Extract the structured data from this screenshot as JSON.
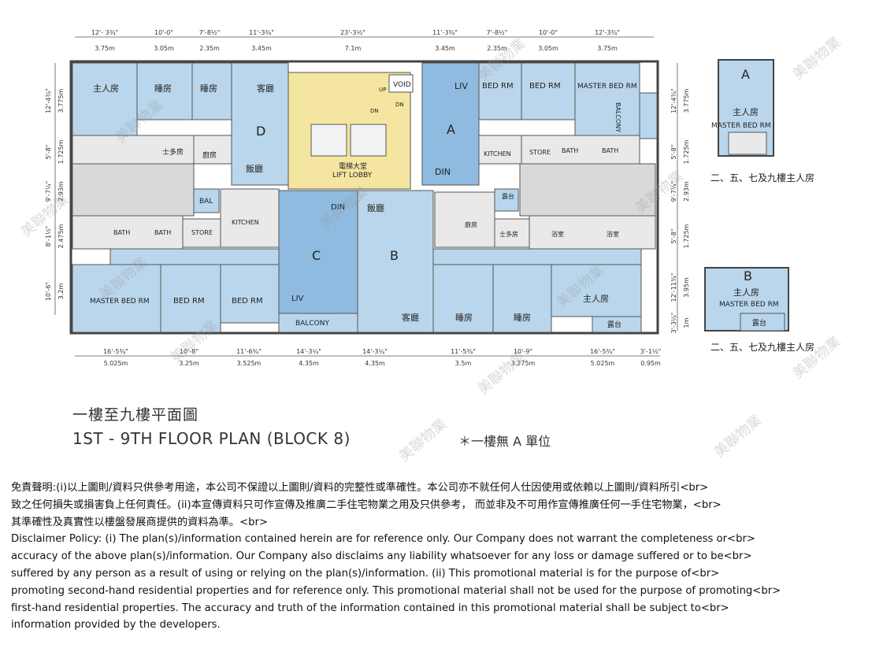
{
  "plan": {
    "top_dims": [
      {
        "ft": "12'- 3¾\"",
        "m": "3.75m"
      },
      {
        "ft": "10'-0\"",
        "m": "3.05m"
      },
      {
        "ft": "7'-8½\"",
        "m": "2.35m"
      },
      {
        "ft": "11'-3¾\"",
        "m": "3.45m"
      },
      {
        "ft": "23'-3½\"",
        "m": "7.1m"
      },
      {
        "ft": "11'-3¾\"",
        "m": "3.45m"
      },
      {
        "ft": "7'-8½\"",
        "m": "2.35m"
      },
      {
        "ft": "10'-0\"",
        "m": "3.05m"
      },
      {
        "ft": "12'-3¾\"",
        "m": "3.75m"
      }
    ],
    "bottom_dims": [
      {
        "ft": "16'-5¾\"",
        "m": "5.025m"
      },
      {
        "ft": "10'-8\"",
        "m": "3.25m"
      },
      {
        "ft": "11'-6¾\"",
        "m": "3.525m"
      },
      {
        "ft": "14'-3¼\"",
        "m": "4.35m"
      },
      {
        "ft": "14'-3¼\"",
        "m": "4.35m"
      },
      {
        "ft": "11'-5¾\"",
        "m": "3.5m"
      },
      {
        "ft": "10'-9\"",
        "m": "3.275m"
      },
      {
        "ft": "16'-5¾\"",
        "m": "5.025m"
      },
      {
        "ft": "3'-1½\"",
        "m": "0.95m"
      }
    ],
    "left_dims": [
      {
        "ft": "12'-4¾\"",
        "m": "3.775m"
      },
      {
        "ft": "5'-8\"",
        "m": "1.725m"
      },
      {
        "ft": "9'-7¼\"",
        "m": "2.93m"
      },
      {
        "ft": "8'-1½\"",
        "m": "2.475m"
      },
      {
        "ft": "10'-6\"",
        "m": "3.2m"
      }
    ],
    "right_dims": [
      {
        "ft": "12'-4¾\"",
        "m": "3.775m"
      },
      {
        "ft": "5'-8\"",
        "m": "1.725m"
      },
      {
        "ft": "9'-7¼\"",
        "m": "2.93m"
      },
      {
        "ft": "5'-8\"",
        "m": "1.725m"
      },
      {
        "ft": "12'-11¾\"",
        "m": "3.95m"
      },
      {
        "ft": "3'-3¼\"",
        "m": "1m"
      }
    ],
    "units": {
      "a": "A",
      "b": "B",
      "c": "C",
      "d": "D"
    },
    "rooms": {
      "master_zh": "主人房",
      "bedroom_zh": "睡房",
      "living_zh": "客廳",
      "dining_zh": "飯廳",
      "kitchen_zh": "廚房",
      "maid_zh": "士多房",
      "bathroom_zh": "浴室",
      "terrace_zh": "露台",
      "liv": "LIV",
      "din": "DIN",
      "bed_rm": "BED RM",
      "master_bed_rm": "MASTER BED RM",
      "balcony": "BALCONY",
      "kitchen": "KITCHEN",
      "store": "STORE",
      "bath": "BATH",
      "bal": "BAL",
      "void": "VOID",
      "up": "UP",
      "dn": "DN",
      "lobby_zh": "電梯大堂",
      "lobby_en": "LIFT LOBBY"
    },
    "insets": {
      "a_caption": "二、五、七及九樓主人房",
      "b_caption": "二、五、七及九樓主人房"
    }
  },
  "title_zh": "一樓至九樓平面圖",
  "title_en": "1ST - 9TH FLOOR PLAN (BLOCK 8)",
  "note": "＊一樓無 A 單位",
  "watermark": "美聯物業",
  "disclaimer_lines": [
    "免責聲明:(i)以上圖則/資料只供參考用途，本公司不保證以上圖則/資料的完整性或準確性。本公司亦不就任何人仕因使用或依賴以上圖則/資料所引<br>",
    "致之任何損失或損害負上任何責任。(ii)本宣傳資料只可作宣傳及推廣二手住宅物業之用及只供參考， 而並非及不可用作宣傳推廣任何一手住宅物業，<br>",
    "其準確性及真實性以樓盤發展商提供的資料為準。<br>",
    "Disclaimer Policy: (i) The plan(s)/information contained herein are for reference only. Our Company does not warrant the completeness or<br>",
    "accuracy of the above plan(s)/information. Our Company also disclaims any liability whatsoever for any loss or damage suffered or to be<br>",
    "suffered by any person as a result of using or relying on the plan(s)/information. (ii) This promotional material is for the purpose of<br>",
    "promoting second-hand residential properties and for reference only. This promotional material shall not be used for the purpose of promoting<br>",
    "first-hand residential properties. The accuracy and truth of the information contained in this promotional material shall be subject to<br>",
    "information provided by the developers."
  ],
  "colors": {
    "room_blue": "#b9d6ec",
    "room_blue_dark": "#8fbbe0",
    "core_yellow": "#f4e6a0",
    "gray": "#d9d9d9",
    "wall": "#555555"
  }
}
